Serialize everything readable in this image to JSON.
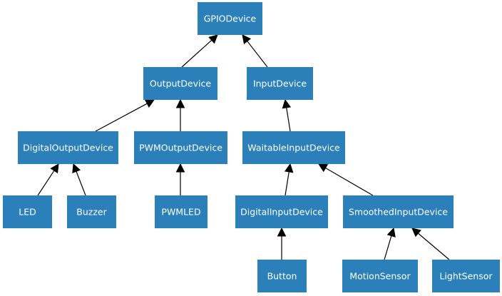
{
  "diagram": {
    "type": "class-hierarchy",
    "colors": {
      "node_fill": "#2b80b9",
      "node_text": "#ffffff",
      "edge": "#000000"
    },
    "nodes": [
      {
        "id": "gpiodevice",
        "label": "GPIODevice"
      },
      {
        "id": "outputdevice",
        "label": "OutputDevice"
      },
      {
        "id": "inputdevice",
        "label": "InputDevice"
      },
      {
        "id": "digitaloutputdevice",
        "label": "DigitalOutputDevice"
      },
      {
        "id": "pwmoutputdevice",
        "label": "PWMOutputDevice"
      },
      {
        "id": "waitableinputdevice",
        "label": "WaitableInputDevice"
      },
      {
        "id": "led",
        "label": "LED"
      },
      {
        "id": "buzzer",
        "label": "Buzzer"
      },
      {
        "id": "pwmled",
        "label": "PWMLED"
      },
      {
        "id": "digitalinputdevice",
        "label": "DigitalInputDevice"
      },
      {
        "id": "smoothedinputdevice",
        "label": "SmoothedInputDevice"
      },
      {
        "id": "button",
        "label": "Button"
      },
      {
        "id": "motionsensor",
        "label": "MotionSensor"
      },
      {
        "id": "lightsensor",
        "label": "LightSensor"
      }
    ],
    "edges": [
      {
        "from": "outputdevice",
        "to": "gpiodevice"
      },
      {
        "from": "inputdevice",
        "to": "gpiodevice"
      },
      {
        "from": "digitaloutputdevice",
        "to": "outputdevice"
      },
      {
        "from": "pwmoutputdevice",
        "to": "outputdevice"
      },
      {
        "from": "waitableinputdevice",
        "to": "inputdevice"
      },
      {
        "from": "led",
        "to": "digitaloutputdevice"
      },
      {
        "from": "buzzer",
        "to": "digitaloutputdevice"
      },
      {
        "from": "pwmled",
        "to": "pwmoutputdevice"
      },
      {
        "from": "digitalinputdevice",
        "to": "waitableinputdevice"
      },
      {
        "from": "smoothedinputdevice",
        "to": "waitableinputdevice"
      },
      {
        "from": "button",
        "to": "digitalinputdevice"
      },
      {
        "from": "motionsensor",
        "to": "smoothedinputdevice"
      },
      {
        "from": "lightsensor",
        "to": "smoothedinputdevice"
      }
    ]
  }
}
